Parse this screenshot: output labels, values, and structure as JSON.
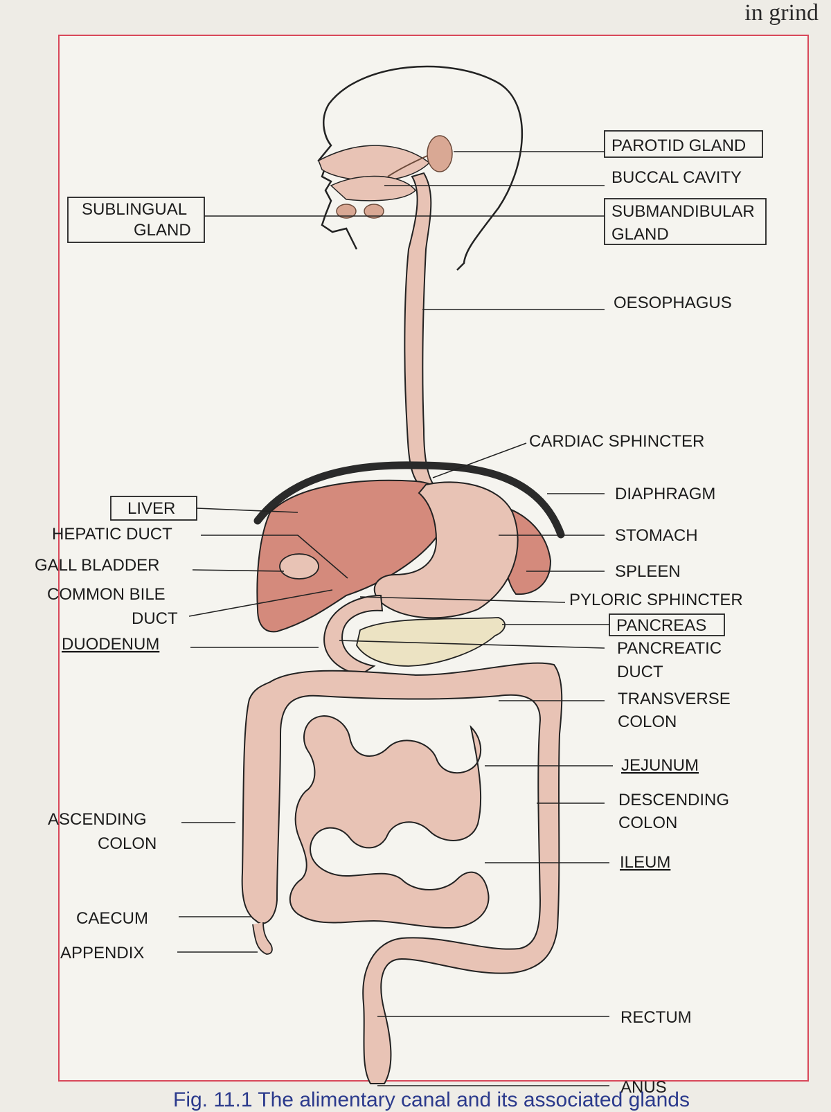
{
  "page_text": {
    "top_right": "in grind"
  },
  "caption": "Fig. 11.1 The alimentary canal and its associated glands",
  "labels": {
    "parotid_gland": "PAROTID GLAND",
    "buccal_cavity": "BUCCAL CAVITY",
    "submandibular_line1": "SUBMANDIBULAR",
    "submandibular_line2": "GLAND",
    "sublingual_line1": "SUBLINGUAL",
    "sublingual_line2": "GLAND",
    "oesophagus": "OESOPHAGUS",
    "cardiac_sphincter": "CARDIAC SPHINCTER",
    "diaphragm": "DIAPHRAGM",
    "liver": "LIVER",
    "hepatic_duct": "HEPATIC DUCT",
    "stomach": "STOMACH",
    "gall_bladder": "GALL BLADDER",
    "spleen": "SPLEEN",
    "common_bile_line1": "COMMON BILE",
    "common_bile_line2": "DUCT",
    "pyloric_sphincter": "PYLORIC SPHINCTER",
    "pancreas": "PANCREAS",
    "duodenum": "DUODENUM",
    "pancreatic_duct_line1": "PANCREATIC",
    "pancreatic_duct_line2": "DUCT",
    "transverse_colon_line1": "TRANSVERSE",
    "transverse_colon_line2": "COLON",
    "jejunum": "JEJUNUM",
    "ascending_colon_line1": "ASCENDING",
    "ascending_colon_line2": "COLON",
    "descending_colon_line1": "DESCENDING",
    "descending_colon_line2": "COLON",
    "ileum": "ILEUM",
    "caecum": "CAECUM",
    "appendix": "APPENDIX",
    "rectum": "RECTUM",
    "anus": "ANUS"
  },
  "colors": {
    "border": "#d8485a",
    "organ_fill": "#e8c3b5",
    "liver_fill": "#d48a7c",
    "gland_fill": "#d9a894",
    "pancreas_fill": "#ece3c3",
    "diaphragm": "#2a2a2a",
    "caption": "#2b3a8c"
  }
}
